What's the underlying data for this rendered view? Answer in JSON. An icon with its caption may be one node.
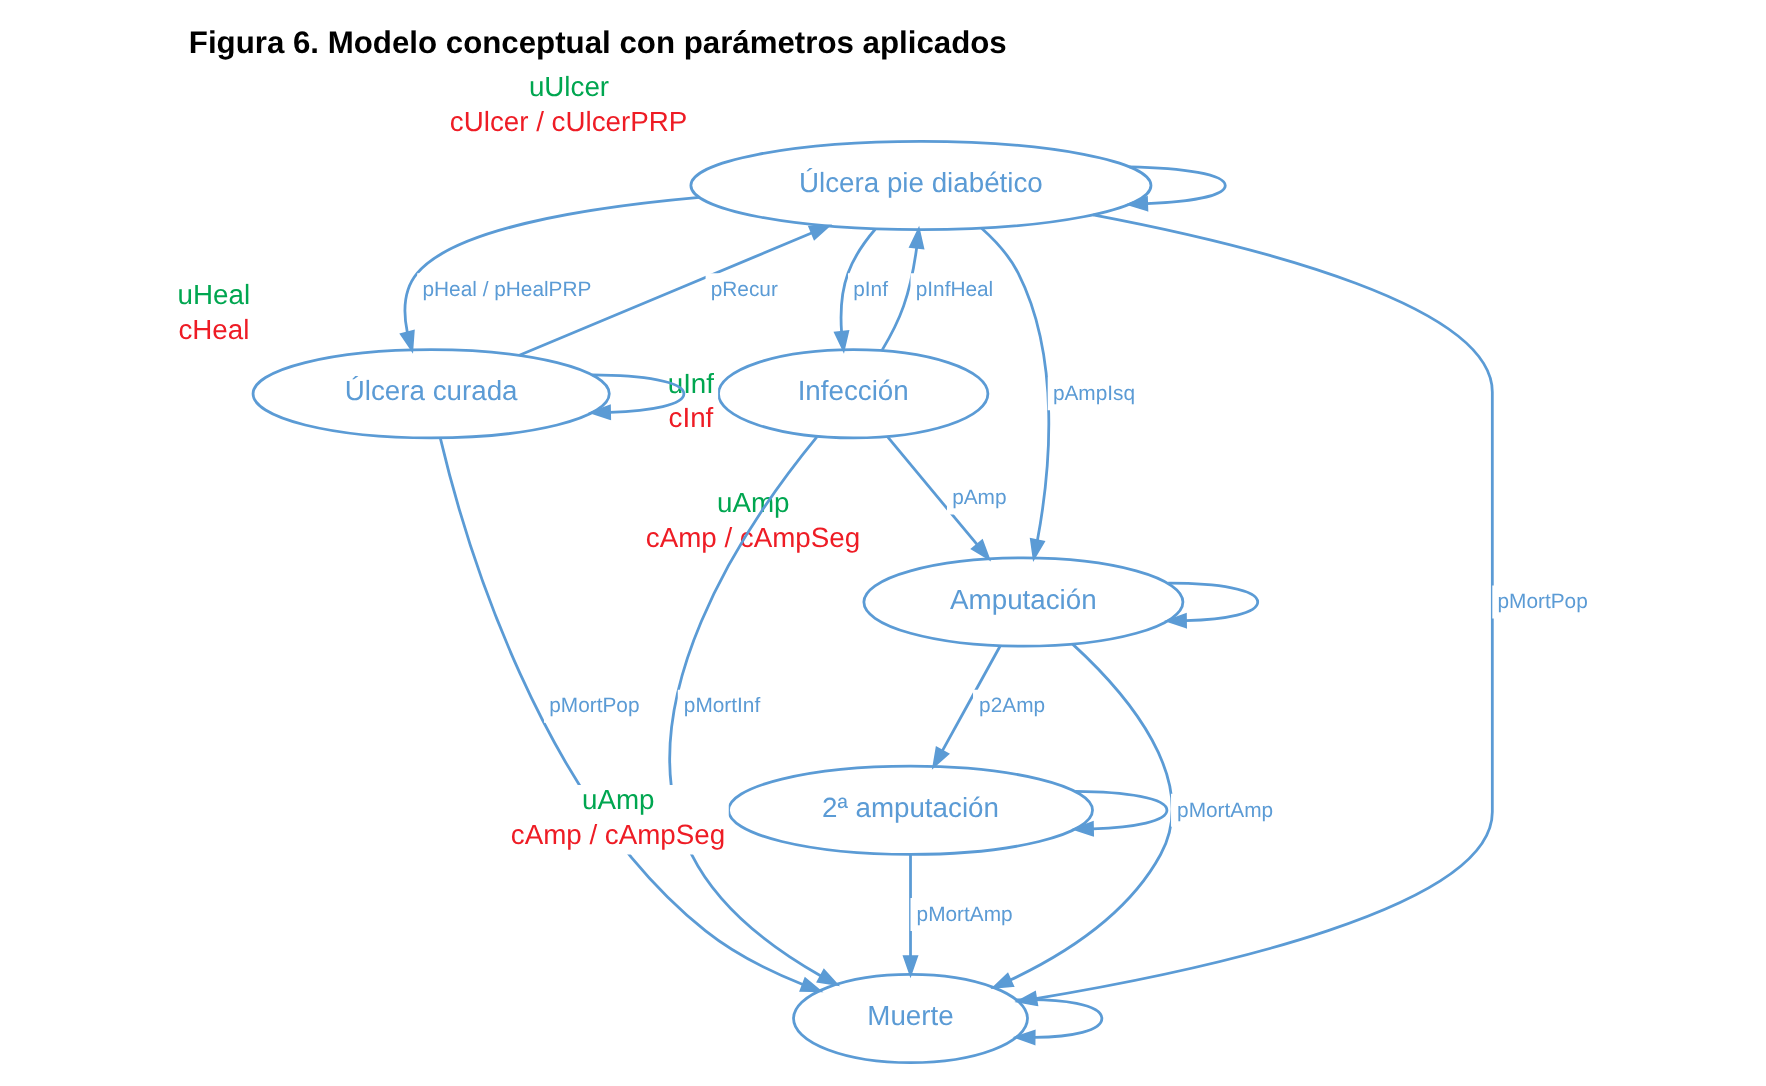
{
  "diagram": {
    "title": "Figura 6. Modelo conceptual con parámetros aplicados",
    "nodes": [
      {
        "text": [
          "Úlcera pie diabético"
        ],
        "beside": [
          "uUlcer",
          "cUlcer / cUlcerPRP"
        ]
      },
      {
        "text": [
          "Úlcera curada"
        ],
        "beside": [
          "uHeal",
          "cHeal"
        ]
      },
      {
        "text": [
          "Infección"
        ],
        "beside": [
          "uInf",
          "cInf"
        ]
      },
      {
        "text": [
          "Amputación"
        ],
        "beside": [
          "uAmp",
          "cAmp / cAmpSeg"
        ]
      },
      {
        "text": [
          "Muerte"
        ]
      },
      {
        "text": [
          "2ª amputación"
        ],
        "beside": [
          "uAmp",
          "cAmp / cAmpSeg"
        ]
      }
    ],
    "edges": [
      {
        "from": 0,
        "to": 0,
        "arrow": "to"
      },
      {
        "from": 0,
        "to": 1,
        "arrow": "to",
        "label": "pHeal / pHealPRP"
      },
      {
        "from": 1,
        "to": 0,
        "arrow": "to",
        "label": "pRecur"
      },
      {
        "from": 0,
        "to": 4,
        "arrow": "to",
        "label": "pMortPop"
      },
      {
        "from": 0,
        "to": 2,
        "arrow": "to",
        "label": "pInf"
      },
      {
        "from": 2,
        "to": 0,
        "arrow": "to",
        "label": "pInfHeal"
      },
      {
        "from": 0,
        "to": 3,
        "arrow": "to",
        "label": "pAmpIsq"
      },
      {
        "from": 1,
        "to": 1,
        "arrow": "to"
      },
      {
        "from": 1,
        "to": 4,
        "arrow": "to",
        "label": "pMortPop"
      },
      {
        "from": 2,
        "to": 3,
        "arrow": "to",
        "label": "pAmp"
      },
      {
        "from": 2,
        "to": 4,
        "arrow": "to",
        "label": "pMortInf"
      },
      {
        "from": 3,
        "to": 3,
        "arrow": "to"
      },
      {
        "from": 3,
        "to": 4,
        "arrow": "to",
        "label": "pMortAmp"
      },
      {
        "from": 3,
        "to": 5,
        "arrow": "to",
        "label": "p2Amp"
      },
      {
        "from": 5,
        "to": 5,
        "arrow": "to"
      },
      {
        "from": 5,
        "to": 4,
        "arrow": "to",
        "label": "pMortAmp"
      },
      {
        "from": 4,
        "to": 4,
        "arrow": "to"
      }
    ]
  }
}
